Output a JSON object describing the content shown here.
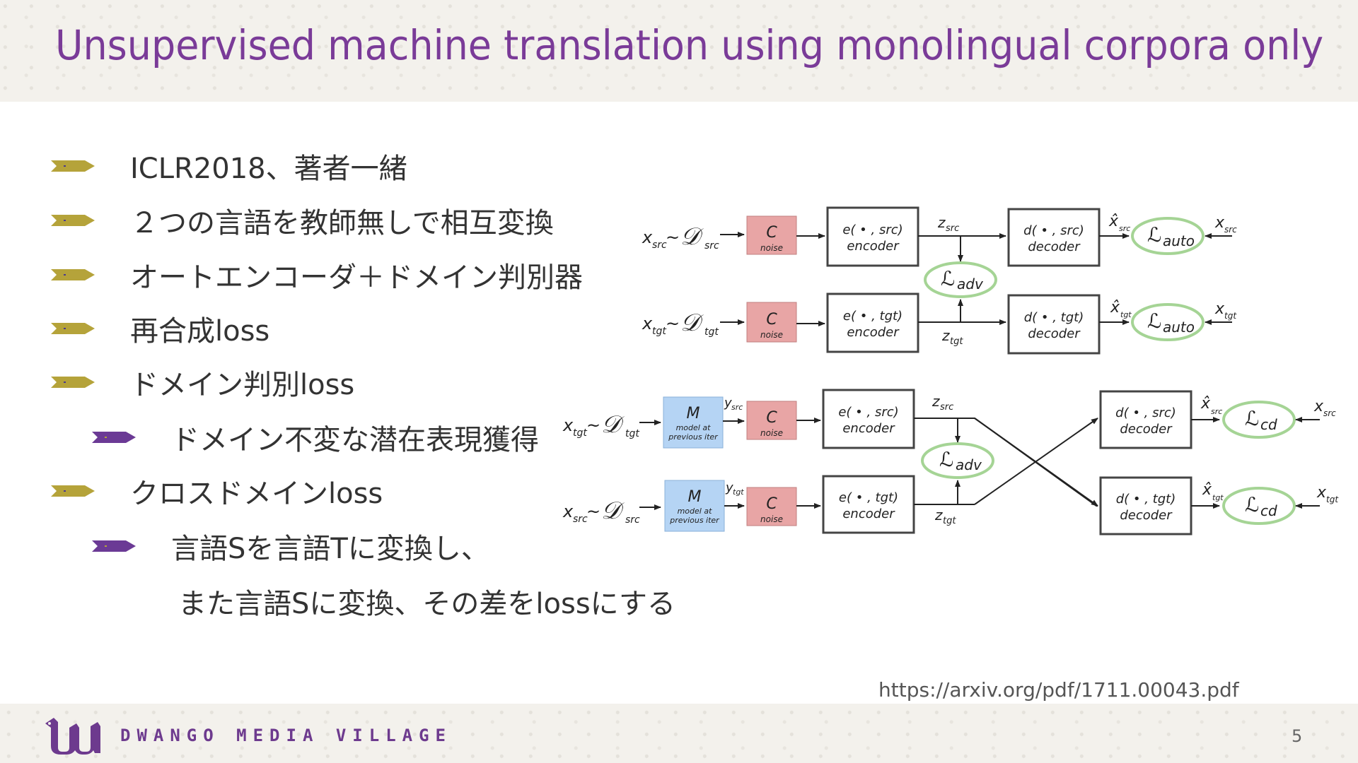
{
  "slide": {
    "title": "Unsupervised machine translation using monolingual corpora only",
    "bullets": [
      {
        "text": "ICLR2018、著者一緒",
        "level": 1
      },
      {
        "text": "２つの言語を教師無しで相互変換",
        "level": 1
      },
      {
        "text": "オートエンコーダ＋ドメイン判別器",
        "level": 1
      },
      {
        "text": "再合成loss",
        "level": 1
      },
      {
        "text": "ドメイン判別loss",
        "level": 1
      },
      {
        "text": "ドメイン不変な潜在表現獲得",
        "level": 2
      },
      {
        "text": "クロスドメインloss",
        "level": 1
      },
      {
        "text": "言語Sを言語Tに変換し、",
        "level": 2
      },
      {
        "text": "また言語Sに変換、その差をlossにする",
        "level": 3
      }
    ],
    "source_link": "https://arxiv.org/pdf/1711.00043.pdf",
    "page_number": "5",
    "brand": "DWANGO MEDIA VILLAGE"
  },
  "diagram": {
    "noise_title": "C",
    "noise_sub": "noise",
    "model_title": "M",
    "model_sub_1": "model at",
    "model_sub_2": "previous iter",
    "enc_src_1": "e( • , src)",
    "enc_tgt_1": "e( • , tgt)",
    "enc_label": "encoder",
    "dec_src_1": "d( • , src)",
    "dec_tgt_1": "d( • , tgt)",
    "dec_label": "decoder",
    "loss_symbol": "ℒ",
    "loss_auto": "auto",
    "loss_adv": "adv",
    "loss_cd": "cd",
    "z_src": "src",
    "z_tgt": "tgt"
  },
  "colors": {
    "title": "#7a3b98",
    "bullet_l1": "#b5a33a",
    "bullet_l2": "#6b3a95",
    "noise_fill": "#e8a5a5",
    "model_fill": "#b5d4f4",
    "loss_ring": "#a5d495"
  }
}
